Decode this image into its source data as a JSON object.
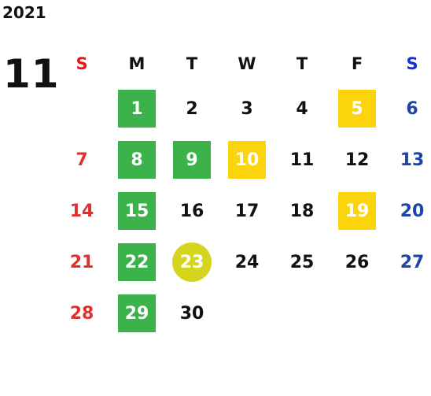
{
  "year": "2021",
  "month": "11",
  "weekdays": [
    "S",
    "M",
    "T",
    "W",
    "T",
    "F",
    "S"
  ],
  "weeks": [
    [
      "",
      "1",
      "2",
      "3",
      "4",
      "5",
      "6"
    ],
    [
      "7",
      "8",
      "9",
      "10",
      "11",
      "12",
      "13"
    ],
    [
      "14",
      "15",
      "16",
      "17",
      "18",
      "19",
      "20"
    ],
    [
      "21",
      "22",
      "23",
      "24",
      "25",
      "26",
      "27"
    ],
    [
      "28",
      "29",
      "30",
      "",
      "",
      "",
      ""
    ]
  ],
  "colors": {
    "sunday": "#e0302b",
    "saturday": "#1e45a6",
    "green_highlight": "#3bb24a",
    "yellow_highlight": "#fbd40c",
    "circle_highlight": "#d5d520"
  }
}
